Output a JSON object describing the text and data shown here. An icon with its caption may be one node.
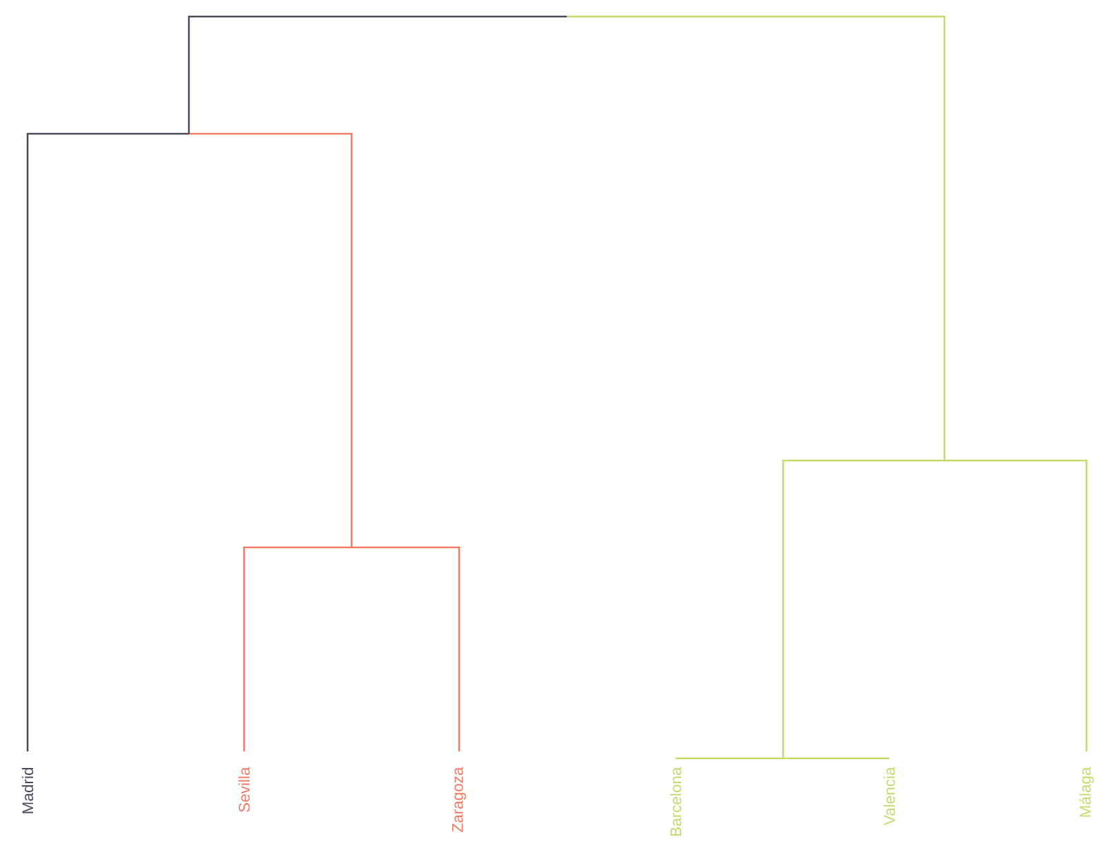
{
  "diagram": {
    "labels": [
      "Madrid",
      "Sevilla",
      "Zaragoza",
      "Barcelona",
      "Valencia",
      "Málaga"
    ]
  }
}
